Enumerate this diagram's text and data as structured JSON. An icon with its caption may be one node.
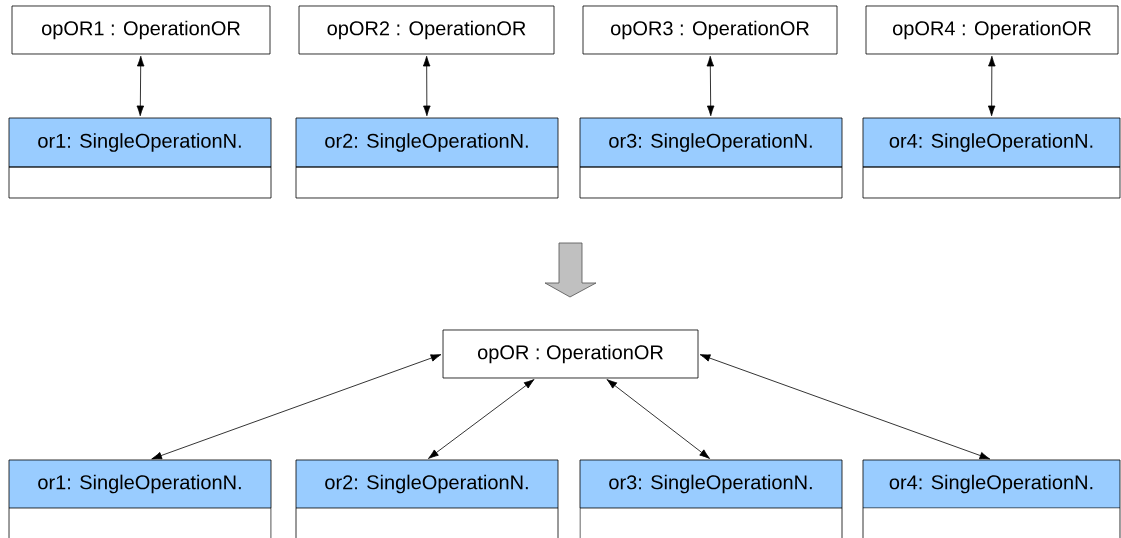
{
  "diagram": {
    "nodes": [
      {
        "text": [
          "opOR1 : OperationOR"
        ]
      },
      {
        "text": [
          "opOR2 : OperationOR"
        ]
      },
      {
        "text": [
          "opOR3 : OperationOR"
        ]
      },
      {
        "text": [
          "opOR4 : OperationOR"
        ]
      },
      {
        "text": [
          "or1: SingleOperationN."
        ]
      },
      {
        "text": [
          "or2: SingleOperationN."
        ]
      },
      {
        "text": [
          "or3: SingleOperationN."
        ]
      },
      {
        "text": [
          "or4: SingleOperationN."
        ]
      },
      {
        "text": [
          "opOR : OperationOR"
        ]
      },
      {
        "text": [
          "or1: SingleOperationN."
        ]
      },
      {
        "text": [
          "or2: SingleOperationN."
        ]
      },
      {
        "text": [
          "or3: SingleOperationN."
        ]
      },
      {
        "text": [
          "or4: SingleOperationN."
        ]
      }
    ],
    "edges": [
      {
        "from": 0,
        "to": 4,
        "arrow": "both"
      },
      {
        "from": 1,
        "to": 5,
        "arrow": "both"
      },
      {
        "from": 2,
        "to": 6,
        "arrow": "both"
      },
      {
        "from": 3,
        "to": 7,
        "arrow": "both"
      },
      {
        "from": 8,
        "to": 9,
        "arrow": "both"
      },
      {
        "from": 8,
        "to": 10,
        "arrow": "both"
      },
      {
        "from": 8,
        "to": 11,
        "arrow": "both"
      },
      {
        "from": 8,
        "to": 12,
        "arrow": "both"
      }
    ]
  }
}
